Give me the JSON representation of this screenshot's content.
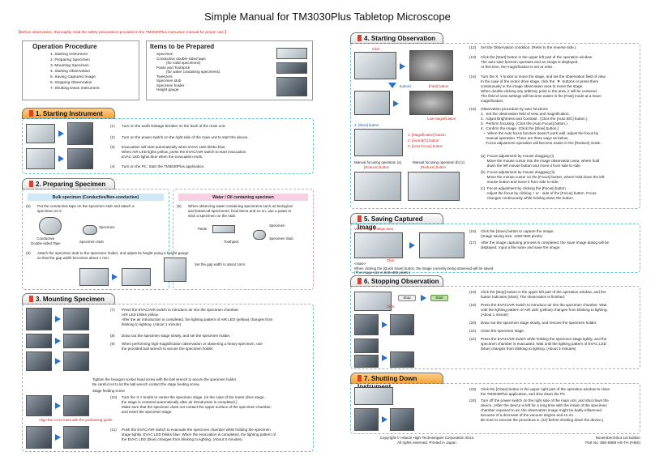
{
  "title": "Simple Manual for TM3030Plus Tabletop Microscope",
  "warning": "【Before observation, thoroughly read the safety precautions provided in the TM3030Plus instruction manual for proper use.】",
  "operation": {
    "heading": "Operation Procedure",
    "items": [
      "1.  Starting Instrument",
      "2.  Preparing Specimen",
      "3.  Mounting Specimen",
      "4.  Starting Observation",
      "5.  Saving Captured Image",
      "6.  Stopping Observation",
      "7.  Shutting Down Instrument"
    ]
  },
  "prepared": {
    "heading": "Items to be Prepared",
    "items": [
      "Specimen",
      "Conductive double-sided tape",
      "(for solid specimens)",
      "Paste and Toothpick",
      "(for water containing specimens)",
      "Tweezers",
      "Specimen stub",
      "Specimen holder",
      "Height gauge"
    ]
  },
  "s1": {
    "heading": "1.  Starting Instrument",
    "steps": [
      {
        "n": "(1)",
        "t": "Turn on the earth leakage breaker on the back of the main unit."
      },
      {
        "n": "(2)",
        "t": "Turn on the power switch on the right side of the main unit to start the device."
      },
      {
        "n": "(3)",
        "t": "Evacuation will start automatically when EVAC LED blinks blue.\nWhen AIR LED lights yellow, press the EVAC/AIR switch to start evacuation.\nEVAC LED lights blue when the evacuation ends."
      },
      {
        "n": "(4)",
        "t": "Turn on the PC. Start the TM3030Plus application."
      }
    ]
  },
  "s2": {
    "heading": "2.  Preparing Specimen",
    "bulk": "Bulk specimen (Conductive/Non-conductive)",
    "water": "Water / Oil containing specimen",
    "step5a": {
      "n": "(5)",
      "t": "Put the conductive tape on the specimen stub and attach a\nspecimen on it."
    },
    "step5b": {
      "n": "(5)",
      "t": "When observing water containing specimens such as biological\nand botanical specimens, food items and so on, use a paste to\nstick a specimen on the stub."
    },
    "step6": {
      "n": "(6)",
      "t": "Attach the specimen stub to the specimen holder, and adjust its height using a height gauge\nso that the gap width becomes about 1 mm."
    },
    "lbl_tape": "Conductive\nDouble-sided Tape",
    "lbl_specimen": "Specimen",
    "lbl_stub": "Specimen Stub",
    "lbl_paste": "Paste",
    "lbl_toothpick": "Toothpick",
    "lbl_specimen2": "Specimen",
    "lbl_stub2": "Specimen Stub",
    "lbl_gap": "Set the gap width to about 1mm."
  },
  "s3": {
    "heading": "3.  Mounting Specimen",
    "steps": [
      {
        "n": "(7)",
        "t": "Press the EVAC/AIR switch to introduce air into the specimen chamber.\nAIR LED blinks yellow.\nAfter the air introduction is completed, the lighting pattern of AIR LED (yellow) changes from\nblinking to lighting. (About 1 minute)"
      },
      {
        "n": "(8)",
        "t": "Draw out the specimen stage slowly, and set the specimen holder."
      },
      {
        "n": "(9)",
        "t": "When performing high-magnification observation or observing a heavy specimen, use\nthe provided ball wrench to secure the specimen holder."
      },
      {
        "n": "(10)",
        "t": "Turn the X,Y knobs to center the specimen stage. (In the case of the motor drive stage,\nthe stage is centered automatically after air introduction is completed.)\nMake sure that the specimen does not contact the upper surface of the specimen chamber,\nand insert the specimen stage."
      },
      {
        "n": "(11)",
        "t": "Push the EVAC/AIR switch to evacuate the specimen chamber while holding the specimen\nstage lightly. EVAC LED blinks blue. When the evacuation is completed, the lighting pattern of\nthe EVAC LED (blue) changes from blinking to lighting. (About 3 minutes)"
      }
    ],
    "note1": "Tighten the hexagon socket head screw with the ball wrench to secure the specimen holder.\nBe careful not to let the ball wrench contact the stage feeding screw.",
    "note2": "Stage feeding screw",
    "note3": "Align the cross mark with the positioning guide."
  },
  "s4": {
    "heading": "4.  Starting Observation",
    "click1": "Click",
    "lbl_buttons": "buttons",
    "lbl_fast": "[Fast] button",
    "lbl_lowmag": "Low magnification",
    "lbl_slow": "4. [Slow] button",
    "lbl_b1": "1. [Magnification] button",
    "lbl_b2": "2. [Auto B/C] button",
    "lbl_b3": "3. [Auto Focus] button",
    "lbl_man1": "Manual focusing operation (a)",
    "lbl_man1r": "[Reduce] button",
    "lbl_man2": "Manual focusing operation (b) (c)",
    "lbl_man2r": "[Reduce] button",
    "steps": [
      {
        "n": "(12)",
        "t": "Set the Observation condition. (Refer to the reverse side.)"
      },
      {
        "n": "(13)",
        "t": "Click the [Start] button in the upper left part of the operation window.\nThe auto start function operates and an image is displayed.\nAt this time, the magnification is set at 100x."
      },
      {
        "n": "(14)",
        "t": "Turn the X, Y knobs to move the stage, and set the observation field of view.\nIn the case of the motor drive stage, click the  ▼  buttons or press them\ncontinuously in the image observation area to move the stage.\nWhen double-clicking any arbitrary point in the area, it will be centered.\nThe field of view settings will become easier in the [Fast] mode at a lower\nmagnification."
      },
      {
        "n": "(15)",
        "t": "Observation procedure by auto functions\n1.  Set the observation field of view and magnification.\n2.  Adjust Brightness and Contrast . (Click the [Auto B/C] button.)\n3.  Perform focusing. (Click the [Auto Focus] button.)\n4.  Confirm the image. (Click the [Slow] button.)\n  ・ When the Auto focus function doesn't work well, adjust the focus by\n     manual operation. There are three ways as below.\n     Focus adjustment operation will become easier in the [Reduce] mode."
      },
      {
        "n": "",
        "t": "(a)  Focus adjustment by mouse dragging (i)\n      Move the mouse cursor into the image observation area, where hold\n      down the left mouse button and move it from side to side."
      },
      {
        "n": "",
        "t": "(b)  Focus adjustment by mouse dragging (ii)\n      Move the mouse cursor on the [Focus] button, where hold down the left\n      mouse button and move it from side to side."
      },
      {
        "n": "",
        "t": "(c)  Focus adjustment by clicking the [Focus] button.\n      Adjust the focus by clicking + or - side of the [Focus] button. Focus\n      changes continuously while holding down the button."
      }
    ]
  },
  "s5": {
    "heading": "5.  Saving Captured Image",
    "lbl_view": "View mode settings area",
    "lbl_click": "Click",
    "steps": [
      {
        "n": "(16)",
        "t": "Click the [Save] button to capture the image.\n(Image saving size: 1280×960 pixels)"
      },
      {
        "n": "(17)",
        "t": "After the image capturing process is completed, the Save Image dialog will be\ndisplayed. Input a file name and save the image."
      }
    ],
    "note": "<Note>\nWhen clicking the [Quick Save] button, the image currently being observed will be saved.\n(The image size is 640×480 pixels.)"
  },
  "s6": {
    "heading": "6.  Stopping Observation",
    "lbl_stop": "Stop",
    "lbl_start": "Start",
    "lbl_click": "Click",
    "steps": [
      {
        "n": "(18)",
        "t": "Click the [Stop] button in the upper left part of the operation window, and the\nbutton indicates [Start]. The observation is finished."
      },
      {
        "n": "(19)",
        "t": "Press the EVAC/AIR switch to introduce air into the specimen chamber. Wait\nuntil the lighting pattern of AIR LED (yellow) changes from blinking to lighting.\n(About 1 minute)"
      },
      {
        "n": "(20)",
        "t": "Draw out the specimen stage slowly, and remove the specimen holder."
      },
      {
        "n": "(21)",
        "t": "Close the specimen stage."
      },
      {
        "n": "(22)",
        "t": "Press the EVAC/AIR switch while holding the specimen stage lightly, and the\nspecimen chamber is evacuated. Wait until the lighting pattern of EVAC LED\n(blue) changes from blinking to lighting. (About 3 minutes)"
      }
    ]
  },
  "s7": {
    "heading": "7.  Shutting Down Instrument",
    "steps": [
      {
        "n": "(23)",
        "t": "Click the [Close] button in the upper right part of the operation window to close\nthe TM3030Plus application, and shut down the PC."
      },
      {
        "n": "(24)",
        "t": "Turn off the power switch on the right side of the main unit, and shut down the\ndevice. (After the device is left for a long time with the inside of the specimen\nchamber exposed to air, the observation image might be badly influenced\nbecause of a decrease of the vacuum degree and so on.\nBe sure to execute the procedure 6. (22) before shutting down the device.)"
      }
    ]
  },
  "footer": {
    "copyright": "Copyright © Hitachi High-Technologies Corporation 2014.\nAll rights reserved. Printed in Japan.",
    "edition": "November/2014 1st Edition\nPart No. 55E-8889 HS-TH (HMS)"
  }
}
